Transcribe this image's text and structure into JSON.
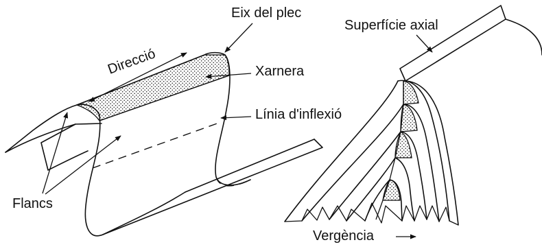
{
  "labels": {
    "eix": "Eix del plec",
    "direccio": "Direcció",
    "xarnera": "Xarnera",
    "linia": "Línia d'inflexió",
    "flancs": "Flancs",
    "superficie": "Superfície axial",
    "vergencia": "Vergència"
  },
  "colors": {
    "ink": "#111111",
    "background": "#ffffff"
  }
}
